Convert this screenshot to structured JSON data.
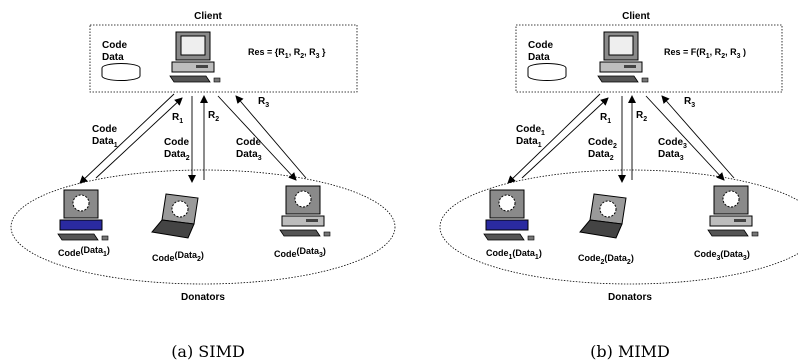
{
  "panels": [
    {
      "client_label": "Client",
      "code_label": "Code",
      "data_label": "Data",
      "result": {
        "base": "Res = {R",
        "s1": "1",
        "mid1": ", R",
        "s2": "2",
        "mid2": ", R",
        "s3": "3",
        "end": " }"
      },
      "returns": [
        {
          "base": "R",
          "sub": "1"
        },
        {
          "base": "R",
          "sub": "2"
        },
        {
          "base": "R",
          "sub": "3"
        }
      ],
      "sends": [
        {
          "code": "Code",
          "code_sub": "",
          "data": "Data",
          "data_sub": "1"
        },
        {
          "code": "Code",
          "code_sub": "",
          "data": "Data",
          "data_sub": "2"
        },
        {
          "code": "Code",
          "code_sub": "",
          "data": "Data",
          "data_sub": "3"
        }
      ],
      "donors": [
        {
          "pre": "Code",
          "pre_sub": "",
          "mid": "(Data",
          "mid_sub": "1",
          "end": ")"
        },
        {
          "pre": "Code",
          "pre_sub": "",
          "mid": "(Data",
          "mid_sub": "2",
          "end": ")"
        },
        {
          "pre": "Code",
          "pre_sub": "",
          "mid": "(Data",
          "mid_sub": "3",
          "end": ")"
        }
      ],
      "donators_label": "Donators",
      "caption": "(a) SIMD"
    },
    {
      "client_label": "Client",
      "code_label": "Code",
      "data_label": "Data",
      "result": {
        "base": "Res = F(R",
        "s1": "1",
        "mid1": ", R",
        "s2": "2",
        "mid2": ", R",
        "s3": "3",
        "end": " )"
      },
      "returns": [
        {
          "base": "R",
          "sub": "1"
        },
        {
          "base": "R",
          "sub": "2"
        },
        {
          "base": "R",
          "sub": "3"
        }
      ],
      "sends": [
        {
          "code": "Code",
          "code_sub": "1",
          "data": "Data",
          "data_sub": "1"
        },
        {
          "code": "Code",
          "code_sub": "2",
          "data": "Data",
          "data_sub": "2"
        },
        {
          "code": "Code",
          "code_sub": "3",
          "data": "Data",
          "data_sub": "3"
        }
      ],
      "donors": [
        {
          "pre": "Code",
          "pre_sub": "1",
          "mid": "(Data",
          "mid_sub": "1",
          "end": ")"
        },
        {
          "pre": "Code",
          "pre_sub": "2",
          "mid": "(Data",
          "mid_sub": "2",
          "end": ")"
        },
        {
          "pre": "Code",
          "pre_sub": "3",
          "mid": "(Data",
          "mid_sub": "3",
          "end": ")"
        }
      ],
      "donators_label": "Donators",
      "caption": "(b) MIMD"
    }
  ]
}
